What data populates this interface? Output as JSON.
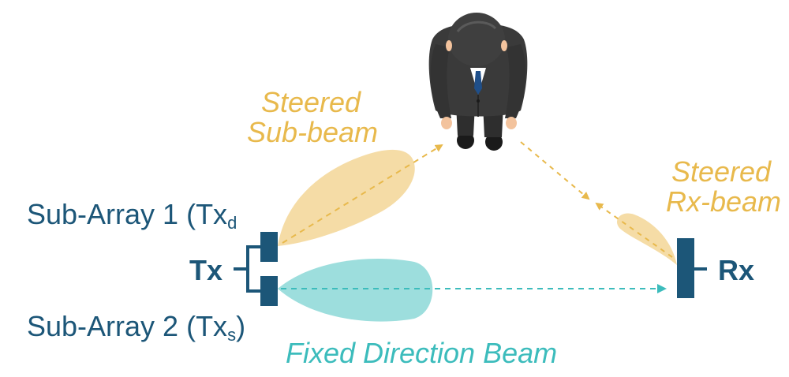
{
  "labels": {
    "steered_sub_beam_line1": "Steered",
    "steered_sub_beam_line2": "Sub-beam",
    "steered_rx_beam_line1": "Steered",
    "steered_rx_beam_line2": "Rx-beam",
    "sub_array_1_prefix": "Sub-Array 1 (Tx",
    "sub_array_1_subscript": "d",
    "sub_array_2_prefix": "Sub-Array 2 (Tx",
    "sub_array_2_subscript": "s",
    "tx": "Tx",
    "rx": "Rx",
    "fixed_direction_beam": "Fixed Direction Beam"
  },
  "colors": {
    "navy": "#1c5678",
    "gold": "#e8b94c",
    "gold_fill": "#f5dca6",
    "teal": "#3cbcbc",
    "teal_fill": "#9ddedd",
    "suit": "#3a3a3a",
    "hair": "#3f3f3f",
    "skin": "#f3c39d",
    "tie": "#1f4f8a"
  }
}
